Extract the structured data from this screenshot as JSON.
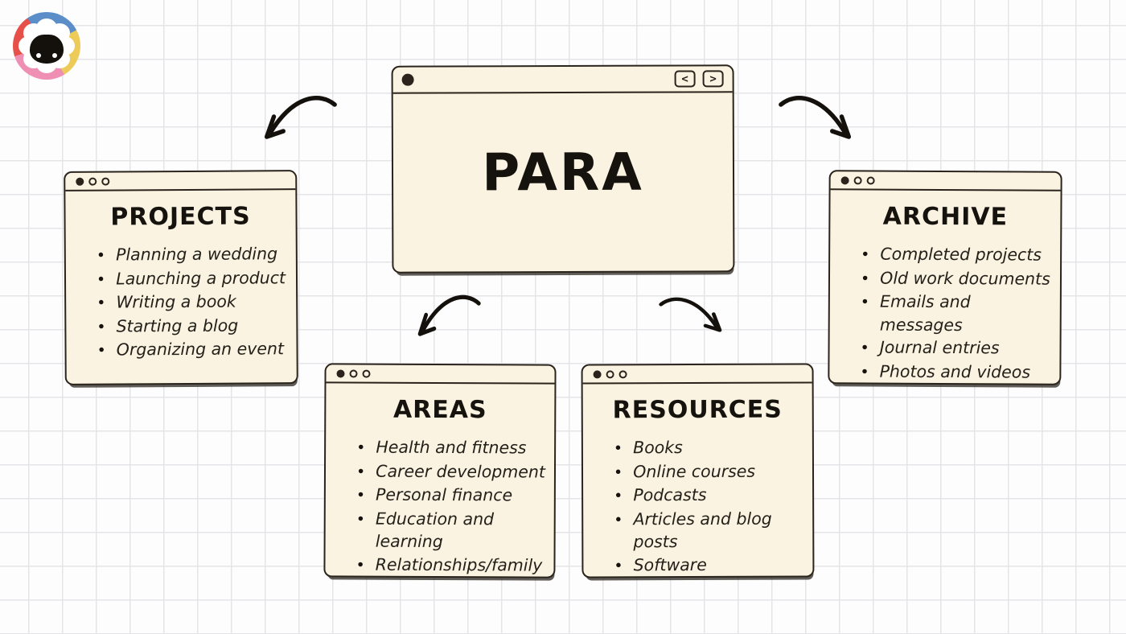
{
  "center_window": {
    "title": "PARA"
  },
  "glyphs": {
    "bullet": "•",
    "nav_back": "<",
    "nav_forward": ">"
  },
  "windows": [
    {
      "id": "projects",
      "title": "PROJECTS",
      "items": [
        "Planning a wedding",
        "Launching a product",
        "Writing a book",
        "Starting a blog",
        "Organizing an event"
      ]
    },
    {
      "id": "areas",
      "title": "AREAS",
      "items": [
        "Health and fitness",
        "Career development",
        "Personal finance",
        "Education and learning",
        "Relationships/family"
      ]
    },
    {
      "id": "resources",
      "title": "RESOURCES",
      "items": [
        "Books",
        "Online courses",
        "Podcasts",
        "Articles and blog posts",
        "Software"
      ]
    },
    {
      "id": "archive",
      "title": "ARCHIVE",
      "items": [
        "Completed projects",
        "Old work documents",
        "Emails and messages",
        "Journal entries",
        "Photos and videos"
      ]
    }
  ],
  "icons": {
    "logo": "sheep-badge",
    "nav_back": "chevron-left",
    "nav_forward": "chevron-right"
  },
  "colors": {
    "card_cream": "#faf3e1",
    "ink": "#2a241d",
    "grid_line": "#e5e5e9",
    "background": "#fdfdfe",
    "logo_blue": "#5b8ec8",
    "logo_yellow": "#edcb59",
    "logo_pink": "#ef8fb4",
    "logo_red": "#e65048"
  }
}
